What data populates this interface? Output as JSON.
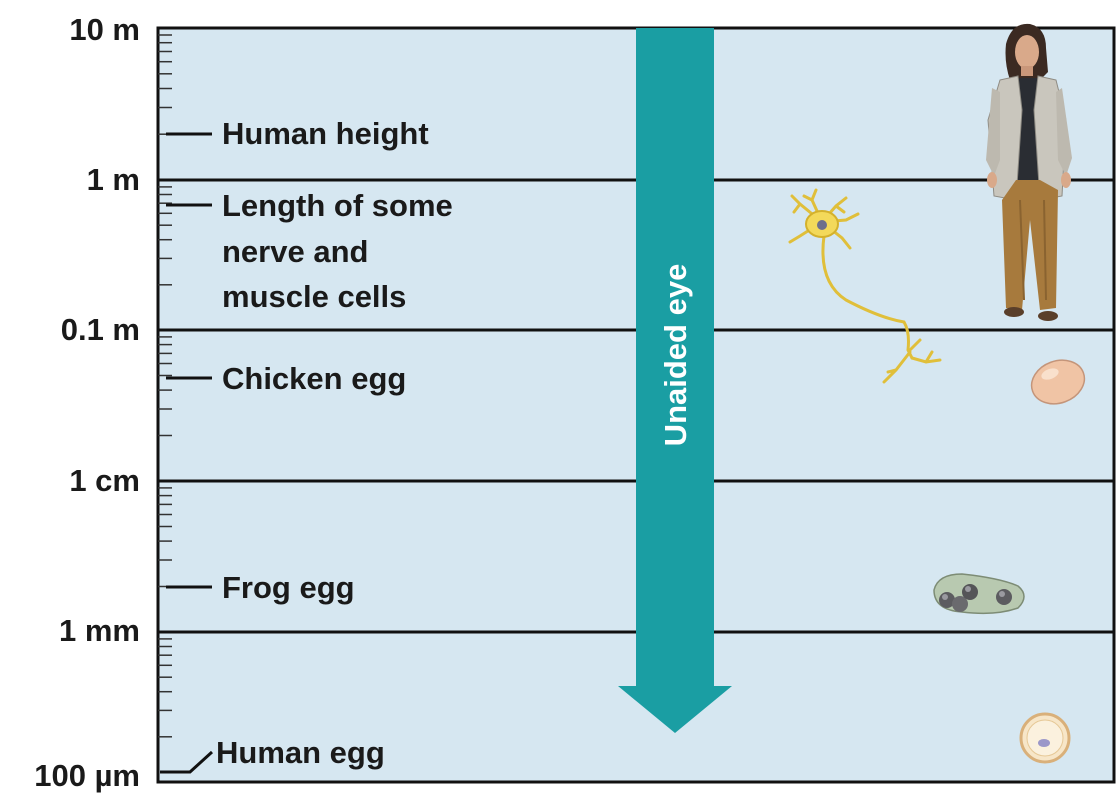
{
  "scale": {
    "labels": [
      "10 m",
      "1 m",
      "0.1 m",
      "1 cm",
      "1 mm",
      "100 µm"
    ]
  },
  "items": [
    {
      "lines": [
        "Human height"
      ]
    },
    {
      "lines": [
        "Length of some",
        "nerve and",
        "muscle cells"
      ]
    },
    {
      "lines": [
        "Chicken egg"
      ]
    },
    {
      "lines": [
        "Frog egg"
      ]
    },
    {
      "lines": [
        "Human egg"
      ]
    }
  ],
  "arrow": {
    "label": "Unaided eye"
  },
  "colors": {
    "panel": "#d6e7f1",
    "arrow": "#1a9ea3",
    "border": "#111111"
  },
  "icons": [
    "human-figure-icon",
    "neuron-icon",
    "chicken-egg-icon",
    "frog-egg-icon",
    "human-egg-icon"
  ]
}
